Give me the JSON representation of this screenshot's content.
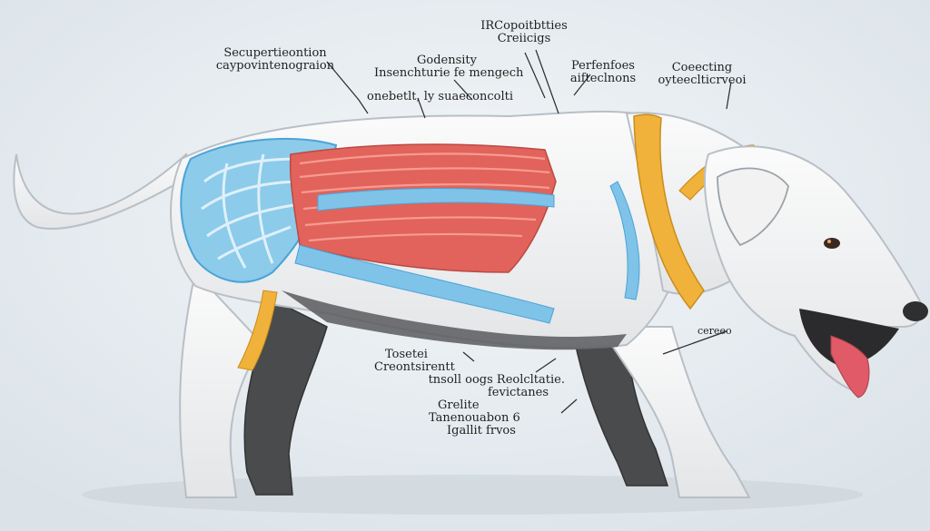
{
  "labels": {
    "top_left_1": "Secupertieontion",
    "top_left_2": "caypovintenograion",
    "top_mid_1": "Godensity",
    "top_mid_2": "Insenchturie fe mengech",
    "top_center_1": "IRCopoitbtties",
    "top_center_2": "Creiicigs",
    "top_right_1": "Perfenfoes",
    "top_right_2": "aifteclnons",
    "far_right_1": "Coeecting",
    "far_right_2": "oyteeclticrveoi",
    "back": "onebetlt, ly suaeconcolti",
    "chest_right": "cereeo",
    "bottom_1": "Tosetei",
    "bottom_2": "Creontsirentt",
    "bottom_3": "tnsoll oogs Reolcltatie.",
    "bottom_4": "fevictanes",
    "bottom_5": "Grelite",
    "bottom_6": "Tanenouabon 6",
    "bottom_7": "Igallit frvos"
  },
  "colors": {
    "background": "#e9eef2",
    "body": "#f4f4f4",
    "outline": "#c9ced3",
    "muscle_red": "#e2635b",
    "muscle_red_light": "#f08b7f",
    "tendon_blue": "#7fc3e8",
    "tendon_blue_dark": "#4aa3d8",
    "collar_yellow": "#f0b23a",
    "dark_grey": "#3e3f41",
    "tongue": "#e05a67"
  }
}
